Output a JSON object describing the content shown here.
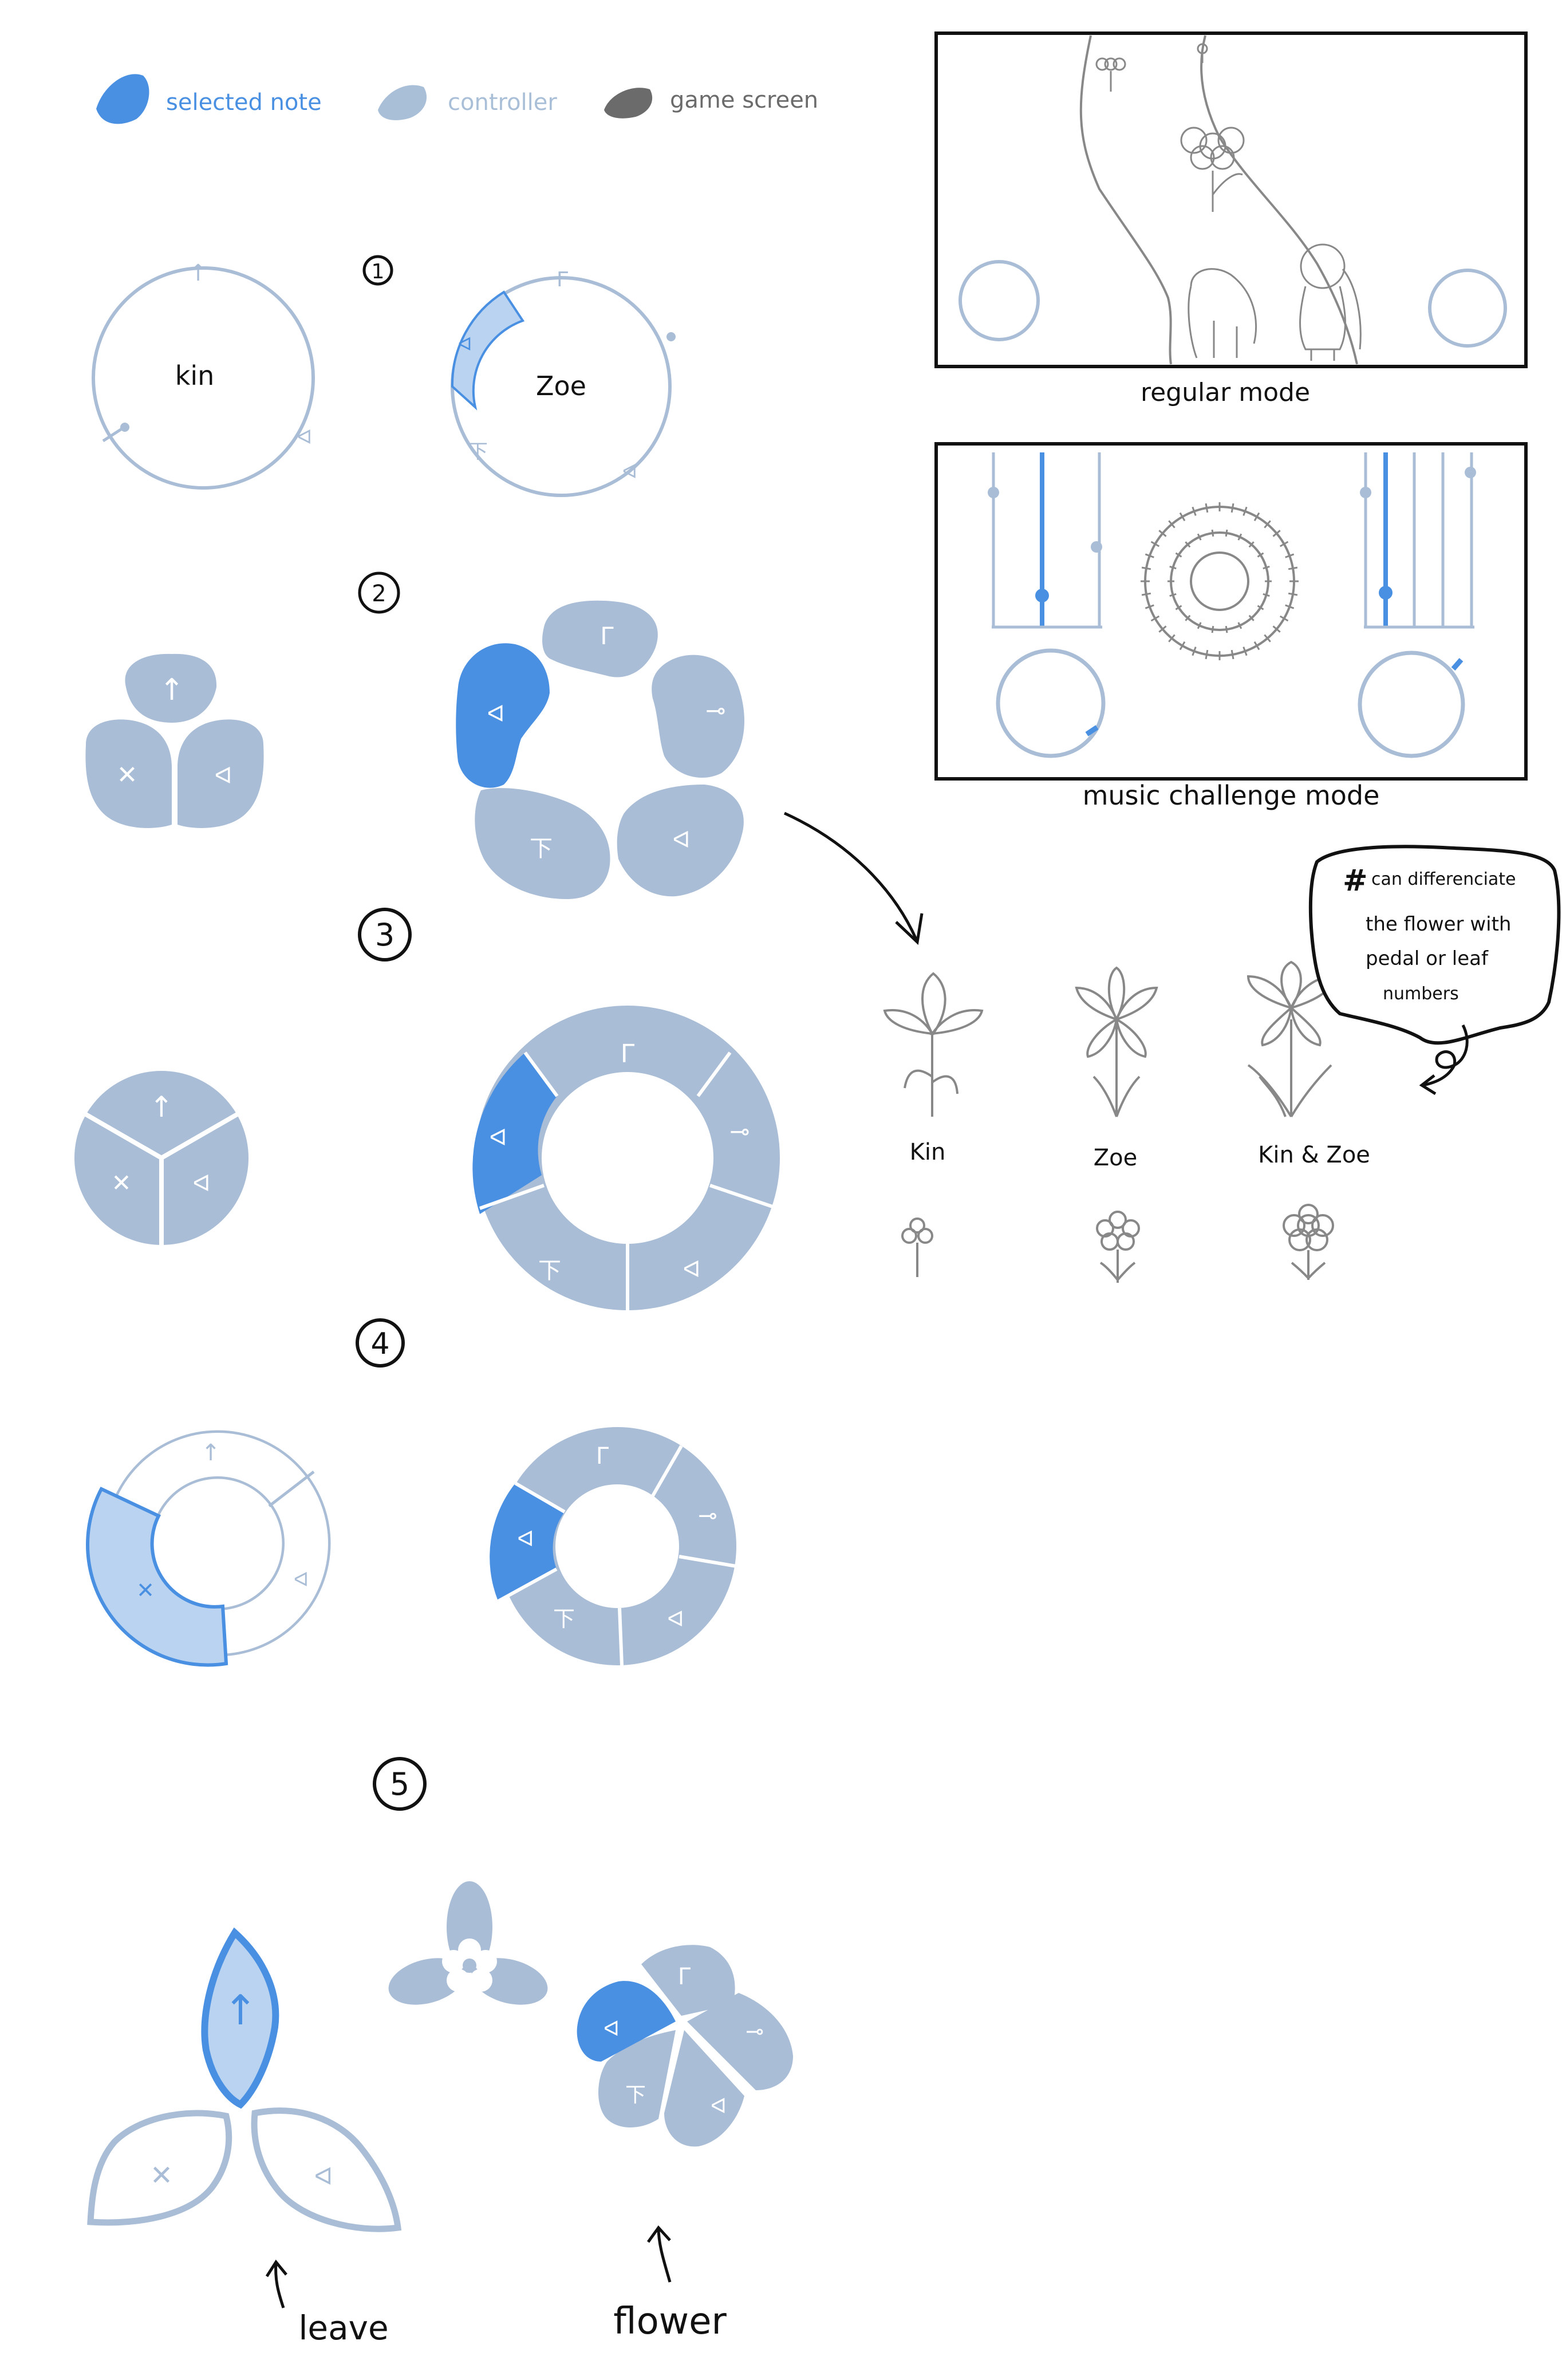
{
  "legend": [
    {
      "label": "selected note",
      "color": "#4a90e2"
    },
    {
      "label": "controller",
      "color": "#a9bfd8"
    },
    {
      "label": "game screen",
      "color": "#6b6b6b"
    }
  ],
  "colors": {
    "selected": "#4a90e2",
    "controller": "#a9bdd6",
    "controller_light": "#bad3f1",
    "game_line": "#7a7a7a",
    "ink": "#111111"
  },
  "steps": [
    "1",
    "2",
    "3",
    "4",
    "5"
  ],
  "step1": {
    "left_name": "kin",
    "right_name": "Zoe"
  },
  "screens": {
    "regular_caption": "regular mode",
    "music_caption": "music challenge mode"
  },
  "flowers": {
    "labels": [
      "Kin",
      "Zoe",
      "Kin & Zoe"
    ]
  },
  "note_bubble": {
    "symbol": "#",
    "lines": [
      "can differenciate",
      "the flower with",
      "pedal or leaf",
      "numbers"
    ]
  },
  "step5": {
    "leave_label": "leave",
    "flower_label": "flower"
  },
  "glyphs": {
    "up": "↑",
    "corner": "Γ",
    "pin": "⊸",
    "tri": "ᐊ",
    "fork": "下",
    "cross": "✕"
  }
}
